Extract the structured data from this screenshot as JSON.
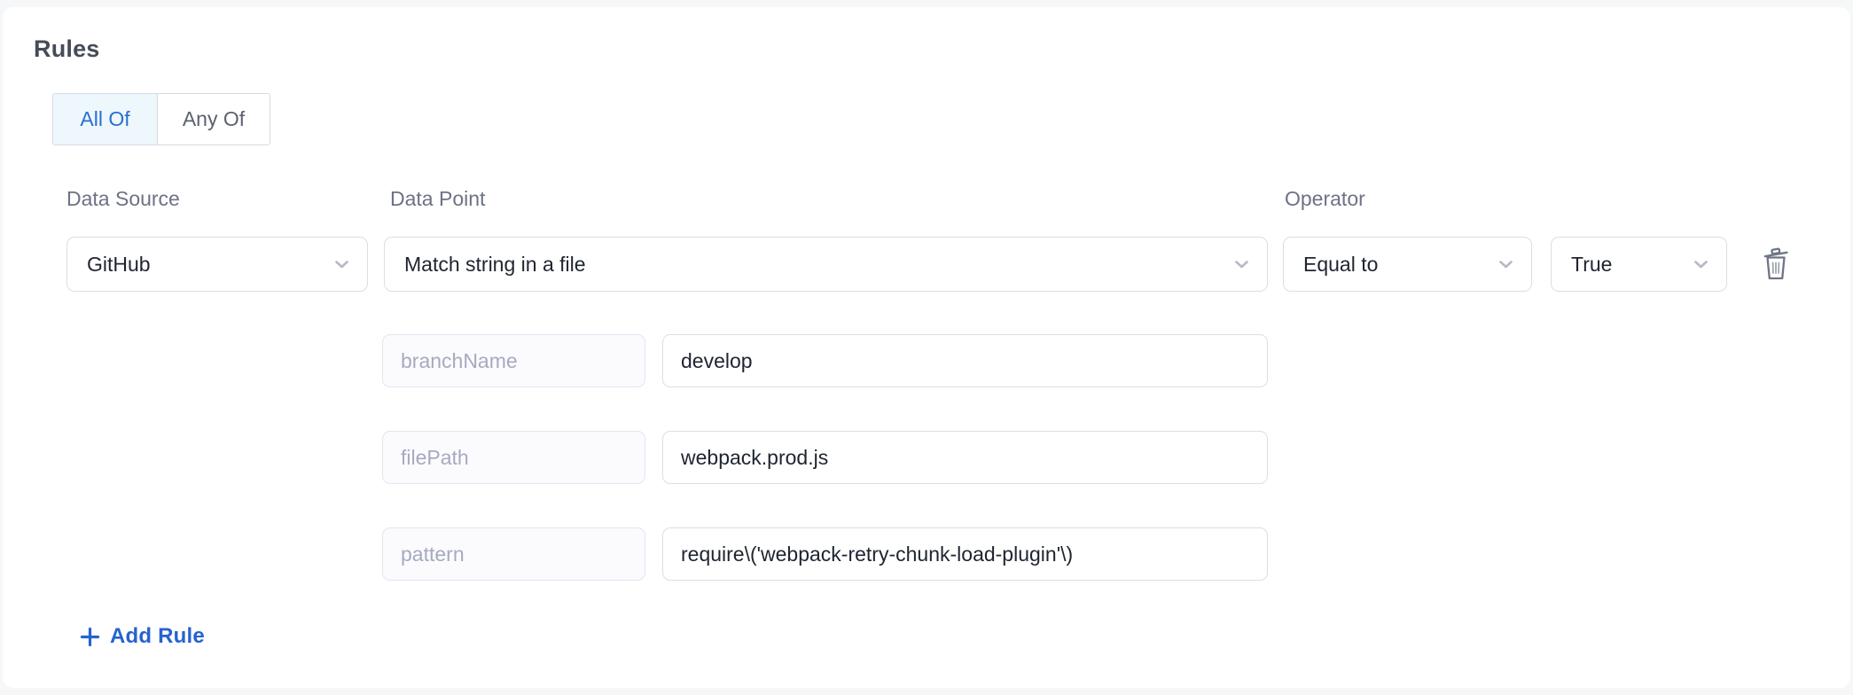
{
  "rules_section": {
    "heading": "Rules",
    "toggle": {
      "all_of": "All Of",
      "any_of": "Any Of",
      "selected": "All Of"
    },
    "labels": {
      "data_source": "Data Source",
      "data_point": "Data Point",
      "operator": "Operator"
    },
    "selects": {
      "data_source": "GitHub",
      "data_point": "Match string in a file",
      "operator": "Equal to",
      "operator_value": "True"
    },
    "params": [
      {
        "key": "branchName",
        "value": "develop"
      },
      {
        "key": "filePath",
        "value": "webpack.prod.js"
      },
      {
        "key": "pattern",
        "value": "require\\('webpack-retry-chunk-load-plugin'\\)"
      }
    ],
    "add_rule": "Add Rule"
  },
  "icons": {
    "dropdown": "chevron-down-icon",
    "delete": "trash-icon",
    "add": "plus-icon"
  },
  "colors": {
    "page_bg": "#f6f7f9",
    "card_bg": "#ffffff",
    "accent_blue": "#2a6ed2",
    "selected_toggle_bg": "#eef7fb",
    "input_border": "#dcdde8",
    "readonly_bg": "#fbfbfe",
    "muted_label": "#6d7285",
    "dark_text": "#1f2430",
    "readonly_text": "#a6aabf",
    "chevron_gray": "#b6b9c6",
    "trash_gray": "#6f7587"
  }
}
